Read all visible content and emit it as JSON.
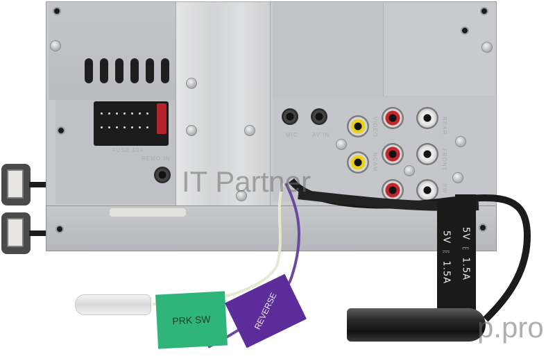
{
  "image": {
    "subject": "Car stereo head unit rear panel with wiring harness",
    "background_color": "#ffffff"
  },
  "labels": {
    "parking_tag": "PRK SW",
    "reverse_tag": "REVERSE",
    "usb_strip_1": "5V ⎓ 1.5A",
    "usb_strip_2": "5V ⎓ 1.5A"
  },
  "panel_markings": {
    "fuse": "FUSE 10A",
    "remote": "REMO IN",
    "video": "VIDEO",
    "rear_cam": "NCAM",
    "rear": "REAR",
    "front": "FRONT",
    "sub": "SW",
    "mic": "MIC",
    "av_in": "AV IN"
  },
  "watermark": {
    "main": "IT Partner",
    "suffix": "p.pro"
  },
  "colors": {
    "chassis": "#c9cacc",
    "rca_red": "#c4262e",
    "rca_white": "#e9e9e9",
    "rca_yellow": "#e8d21d",
    "prk_tag": "#2fb57a",
    "reverse_tag": "#5b2c9a",
    "usb_strip": "#1a1a1a",
    "fuse": "#b3242c"
  }
}
